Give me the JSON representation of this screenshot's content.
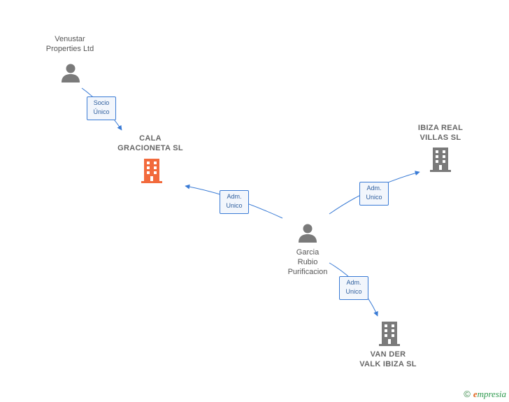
{
  "colors": {
    "edge": "#3a7bd5",
    "person_icon": "#7a7a7a",
    "company_icon": "#7a7a7a",
    "focus_company_icon": "#f26a3c"
  },
  "nodes": {
    "venustar": {
      "line1": "Venustar",
      "line2": "Properties Ltd",
      "icon": "person-icon"
    },
    "cala": {
      "line1": "CALA",
      "line2": "GRACIONETA SL",
      "icon": "building-icon"
    },
    "ibiza_real": {
      "line1": "IBIZA REAL",
      "line2": "VILLAS SL",
      "icon": "building-icon"
    },
    "garcia": {
      "line1": "Garcia",
      "line2": "Rubio",
      "line3": "Purificacion",
      "icon": "person-icon"
    },
    "van_der_valk": {
      "line1": "VAN DER",
      "line2": "VALK IBIZA SL",
      "icon": "building-icon"
    }
  },
  "edges": {
    "venustar_cala": {
      "line1": "Socio",
      "line2": "Único"
    },
    "garcia_cala": {
      "line1": "Adm.",
      "line2": "Unico"
    },
    "garcia_ibiza": {
      "line1": "Adm.",
      "line2": "Unico"
    },
    "garcia_vdv": {
      "line1": "Adm.",
      "line2": "Unico"
    }
  },
  "footer": {
    "copyright_symbol": "©",
    "brand_initial": "e",
    "brand_rest": "mpresia"
  }
}
